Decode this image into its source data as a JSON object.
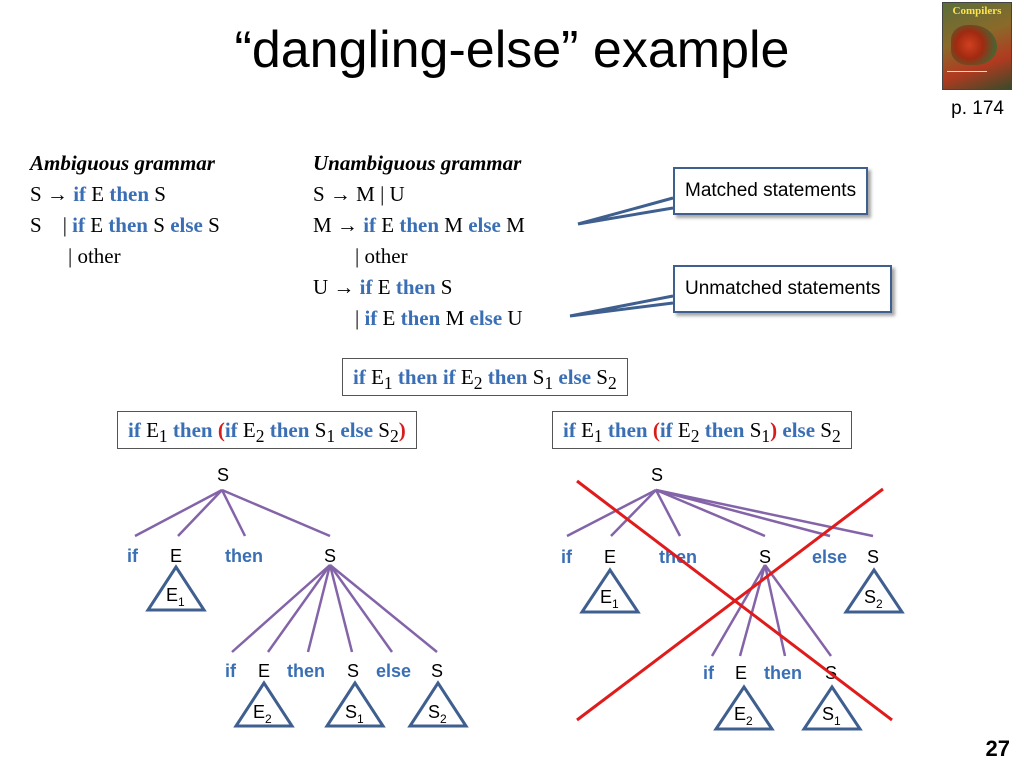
{
  "title": "“dangling-else” example",
  "page_ref": "p. 174",
  "page_number": "27",
  "book_cover": {
    "title": "Compilers"
  },
  "ambiguous": {
    "header": "Ambiguous grammar",
    "l1_lhs": "S →",
    "l2_lhs": "S",
    "bar": "|",
    "kw_if": "if",
    "kw_then": "then",
    "kw_else": "else",
    "E": "E",
    "S": "S",
    "other": "other"
  },
  "unambiguous": {
    "header": "Unambiguous grammar",
    "l1": "S → M | U",
    "l2_lhs": "M →",
    "l4_lhs": "U →",
    "bar": "|",
    "kw_if": "if",
    "kw_then": "then",
    "kw_else": "else",
    "E": "E",
    "M": "M",
    "S": "S",
    "U": "U",
    "other": "other"
  },
  "callouts": {
    "matched": "Matched statements",
    "unmatched": "Unmatched statements"
  },
  "sentence": {
    "if": "if",
    "then": "then",
    "else": "else",
    "E": "E",
    "S": "S",
    "n1": "1",
    "n2": "2"
  },
  "left_interp": {
    "open": "(",
    "close": ")"
  },
  "right_interp": {
    "open": "(",
    "close": ")"
  },
  "tree_labels": {
    "S": "S",
    "if": "if",
    "E": "E",
    "then": "then",
    "else": "else",
    "E1": "E",
    "E2": "E",
    "S1": "S",
    "S2": "S",
    "sub1": "1",
    "sub2": "2"
  }
}
